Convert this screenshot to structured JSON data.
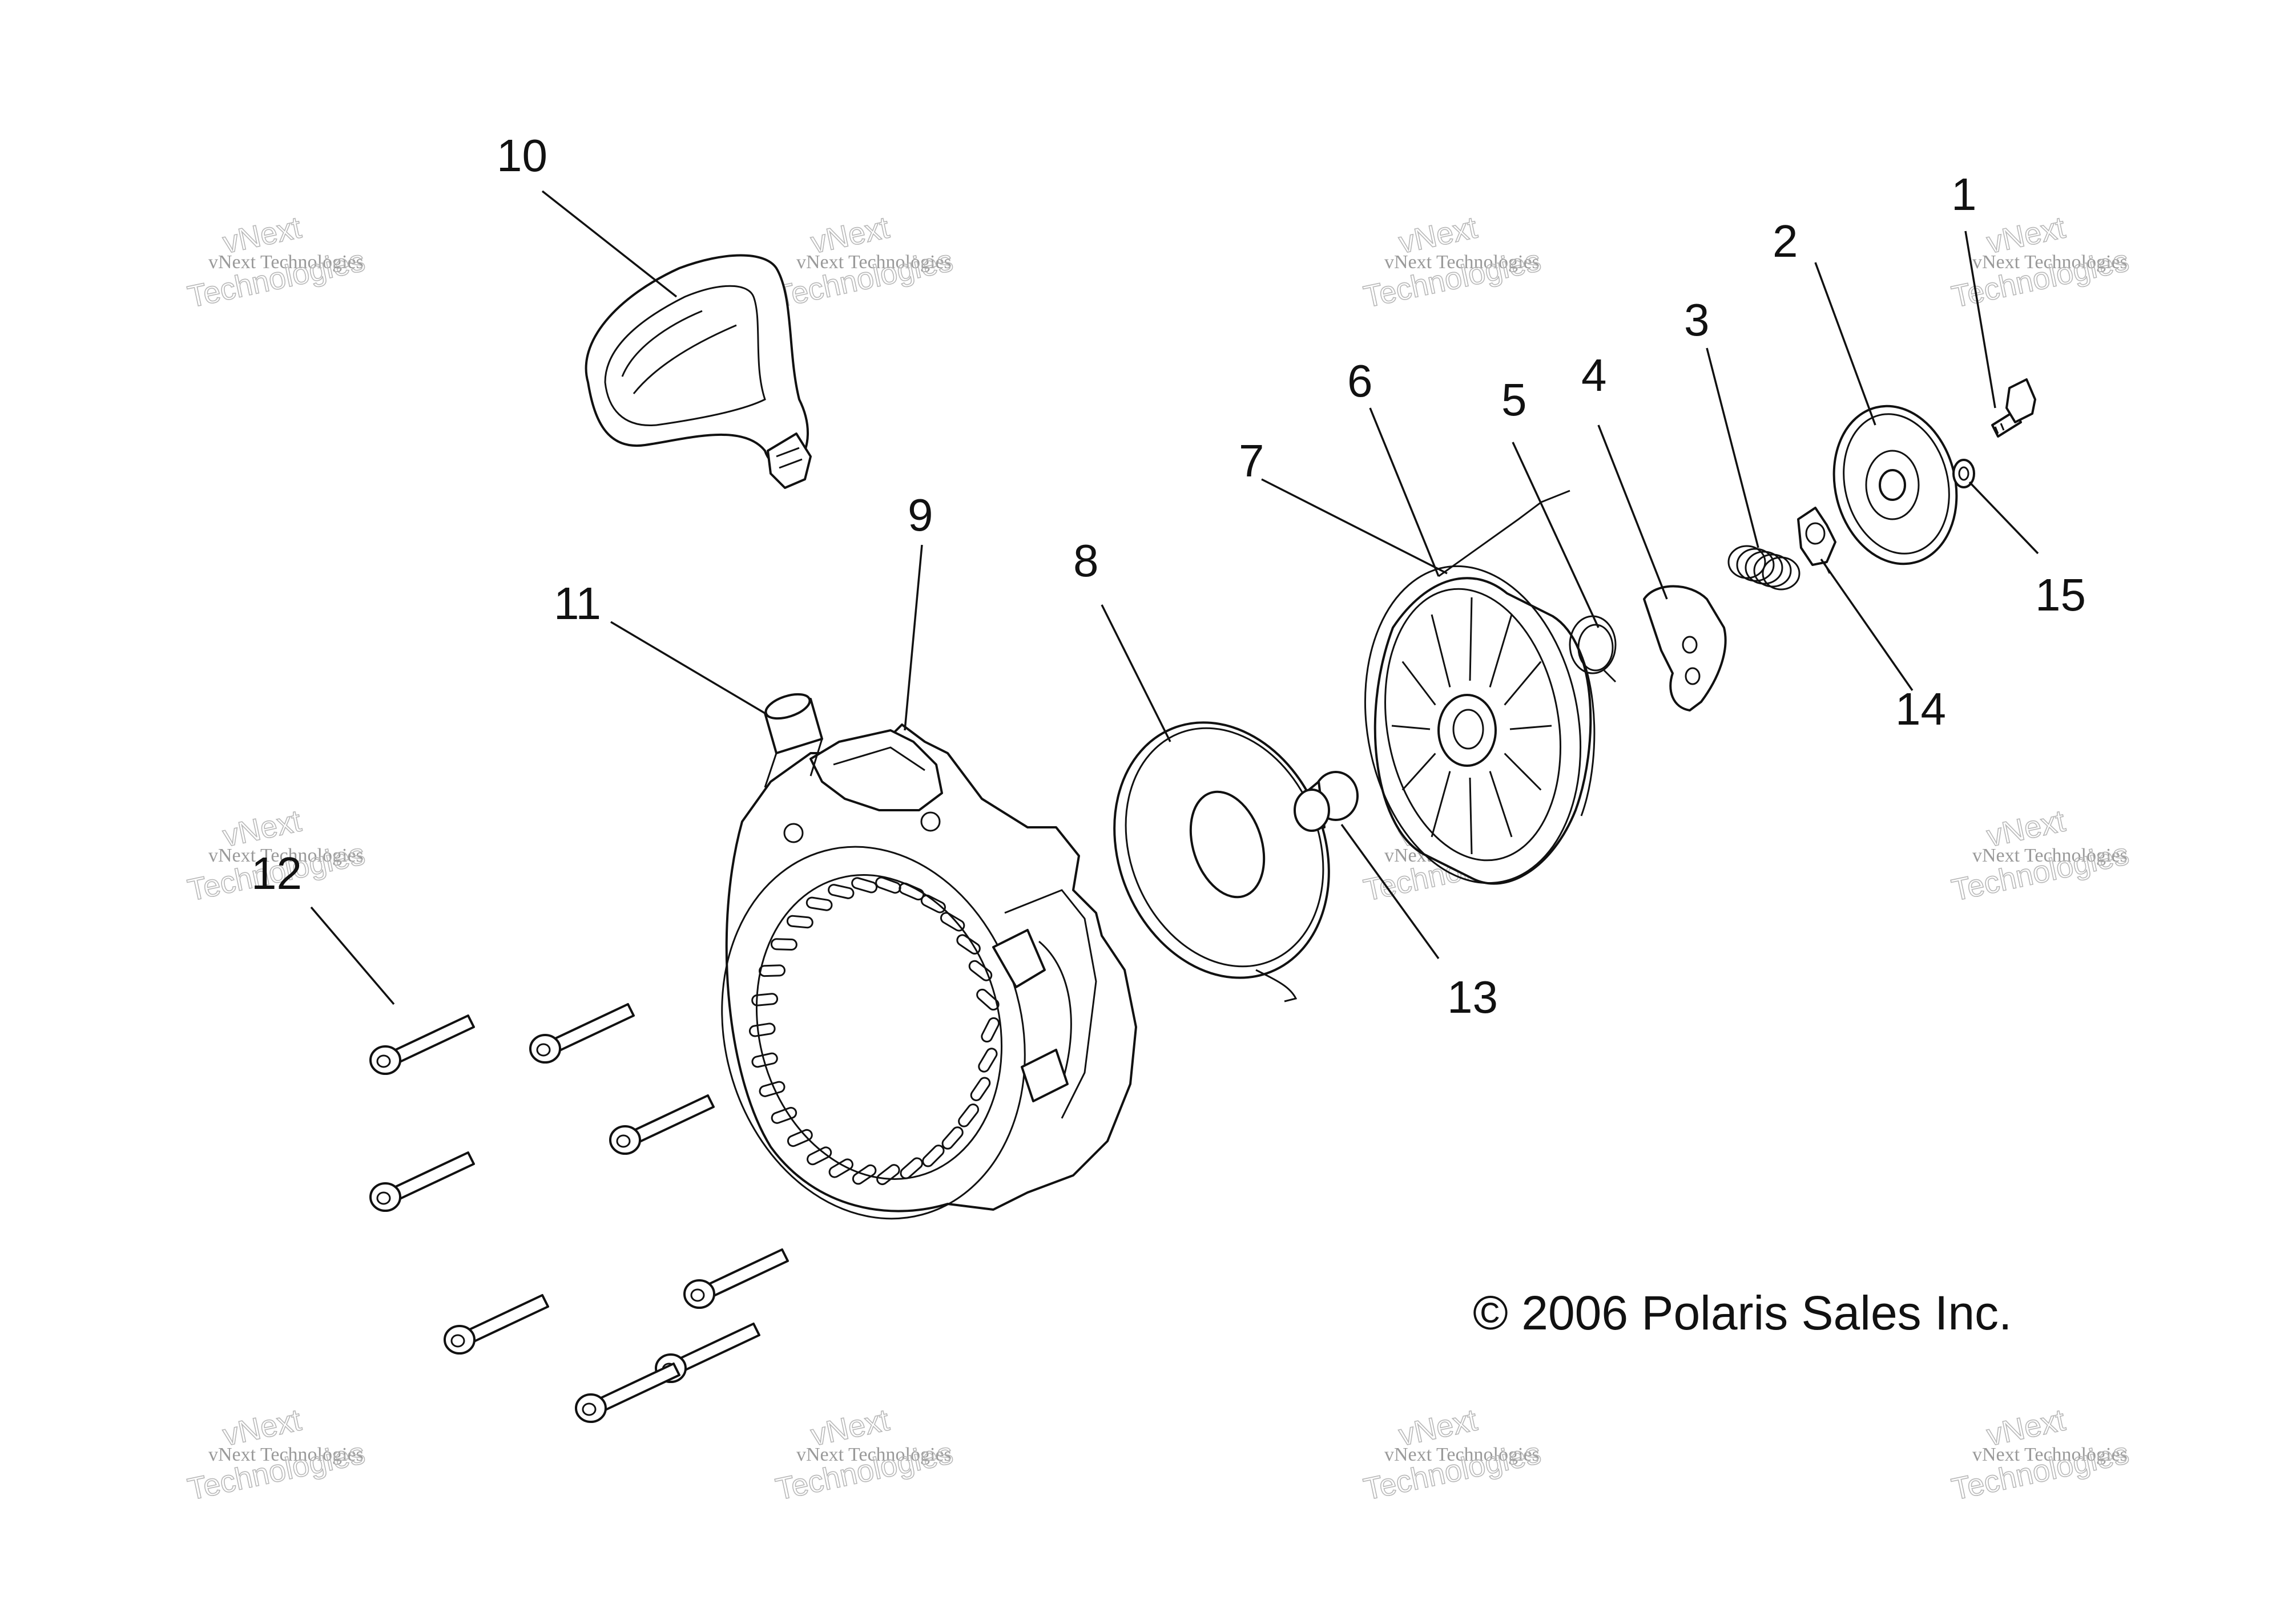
{
  "diagram": {
    "copyright": "© 2006 Polaris Sales Inc.",
    "watermark": {
      "line1": "vNext Technologies",
      "line2": "vNext",
      "line3": "Technologies"
    },
    "callouts": [
      "1",
      "2",
      "3",
      "4",
      "5",
      "6",
      "7",
      "8",
      "9",
      "10",
      "11",
      "12",
      "13",
      "14",
      "15"
    ]
  }
}
